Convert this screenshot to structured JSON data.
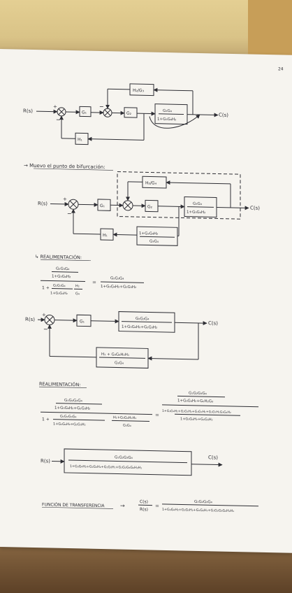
{
  "page_number": "24",
  "diagram1": {
    "input": "R(s)",
    "output": "C(s)",
    "feedback_top": "H₂/G₃",
    "g1": "G₁",
    "g2": "G₂",
    "tf_num": "G₃G₄",
    "tf_den": "1+G₃G₄H₂",
    "h1": "H₁"
  },
  "note_move": "→ Muevo el punto de bifurcación:",
  "diagram2": {
    "input": "R(s)",
    "output": "C(s)",
    "feedback_top": "H₂/G₄",
    "g1": "G₁",
    "g2": "G₂",
    "tf_num": "G₃G₄",
    "tf_den": "1+G₃G₄H₂",
    "fb_num": "1+G₃G₄H₂",
    "fb_den": "G₃G₄",
    "h1": "H₁"
  },
  "feedback1": {
    "heading": "↳ REALIMENTACIÓN:",
    "num_num": "G₂G₃G₄",
    "num_den": "1+G₃G₄H₂",
    "den_prefix": "1 +",
    "den_mid_num": "G₂G₃G₄",
    "den_mid_den": "1+G₃G₄H₂",
    "den_h_num": "H₂",
    "den_h_den": "G₄",
    "equals": "=",
    "res_num": "G₂G₃G₄",
    "res_den": "1+G₃G₄H₂+G₂G₃H₂"
  },
  "diagram3": {
    "input": "R(s)",
    "output": "C(s)",
    "g1": "G₁",
    "fwd_num": "G₂G₃G₄",
    "fwd_den": "1+G₃G₄H₂+G₂G₃H₂",
    "fb_num": "H₁ + G₃G₄H₂H₁",
    "fb_den": "G₃G₄"
  },
  "feedback2": {
    "heading": "REALIMENTACIÓN:",
    "lhs_num_num": "G₁G₂G₃G₄",
    "lhs_num_den": "1+G₃G₄H₂+G₂G₃H₂",
    "lhs_den_prefix": "1 +",
    "lhs_den_a_num": "G₁G₂G₃G₄",
    "lhs_den_a_den": "1+G₃G₄H₂+G₂G₃H₂",
    "lhs_den_b_num": "H₁+G₃G₄H₂H₁",
    "lhs_den_b_den": "G₃G₄",
    "equals": "=",
    "rhs_num_num": "G₁G₂G₃G₄",
    "rhs_num_den": "1+G₃G₄H₂+G₂H₂G₃",
    "rhs_den_num": "1+G₃G₄H₂+G₂G₃H₂+G₁G₂H₁+G₁G₂H₁G₃G₄H₂",
    "rhs_den_den": "1+G₃G₄H₂+G₂G₃H₂"
  },
  "diagram4": {
    "input": "R(s)",
    "output": "C(s)",
    "num": "G₁G₂G₃G₄",
    "den": "1+G₃G₄H₂+G₂G₃H₂+G₁G₂H₁+G₁G₂G₃G₄H₂H₁"
  },
  "transfer": {
    "label": "FUNCIÓN DE TRANSFERENCIA",
    "arrow": "→",
    "lhs_num": "C(s)",
    "lhs_den": "R(s)",
    "equals": "=",
    "rhs_num": "G₁G₂G₃G₄",
    "rhs_den": "1+G₃G₄H₂+G₂G₃H₂+G₁G₂H₁+G₁G₂G₃G₄H₂H₁"
  }
}
